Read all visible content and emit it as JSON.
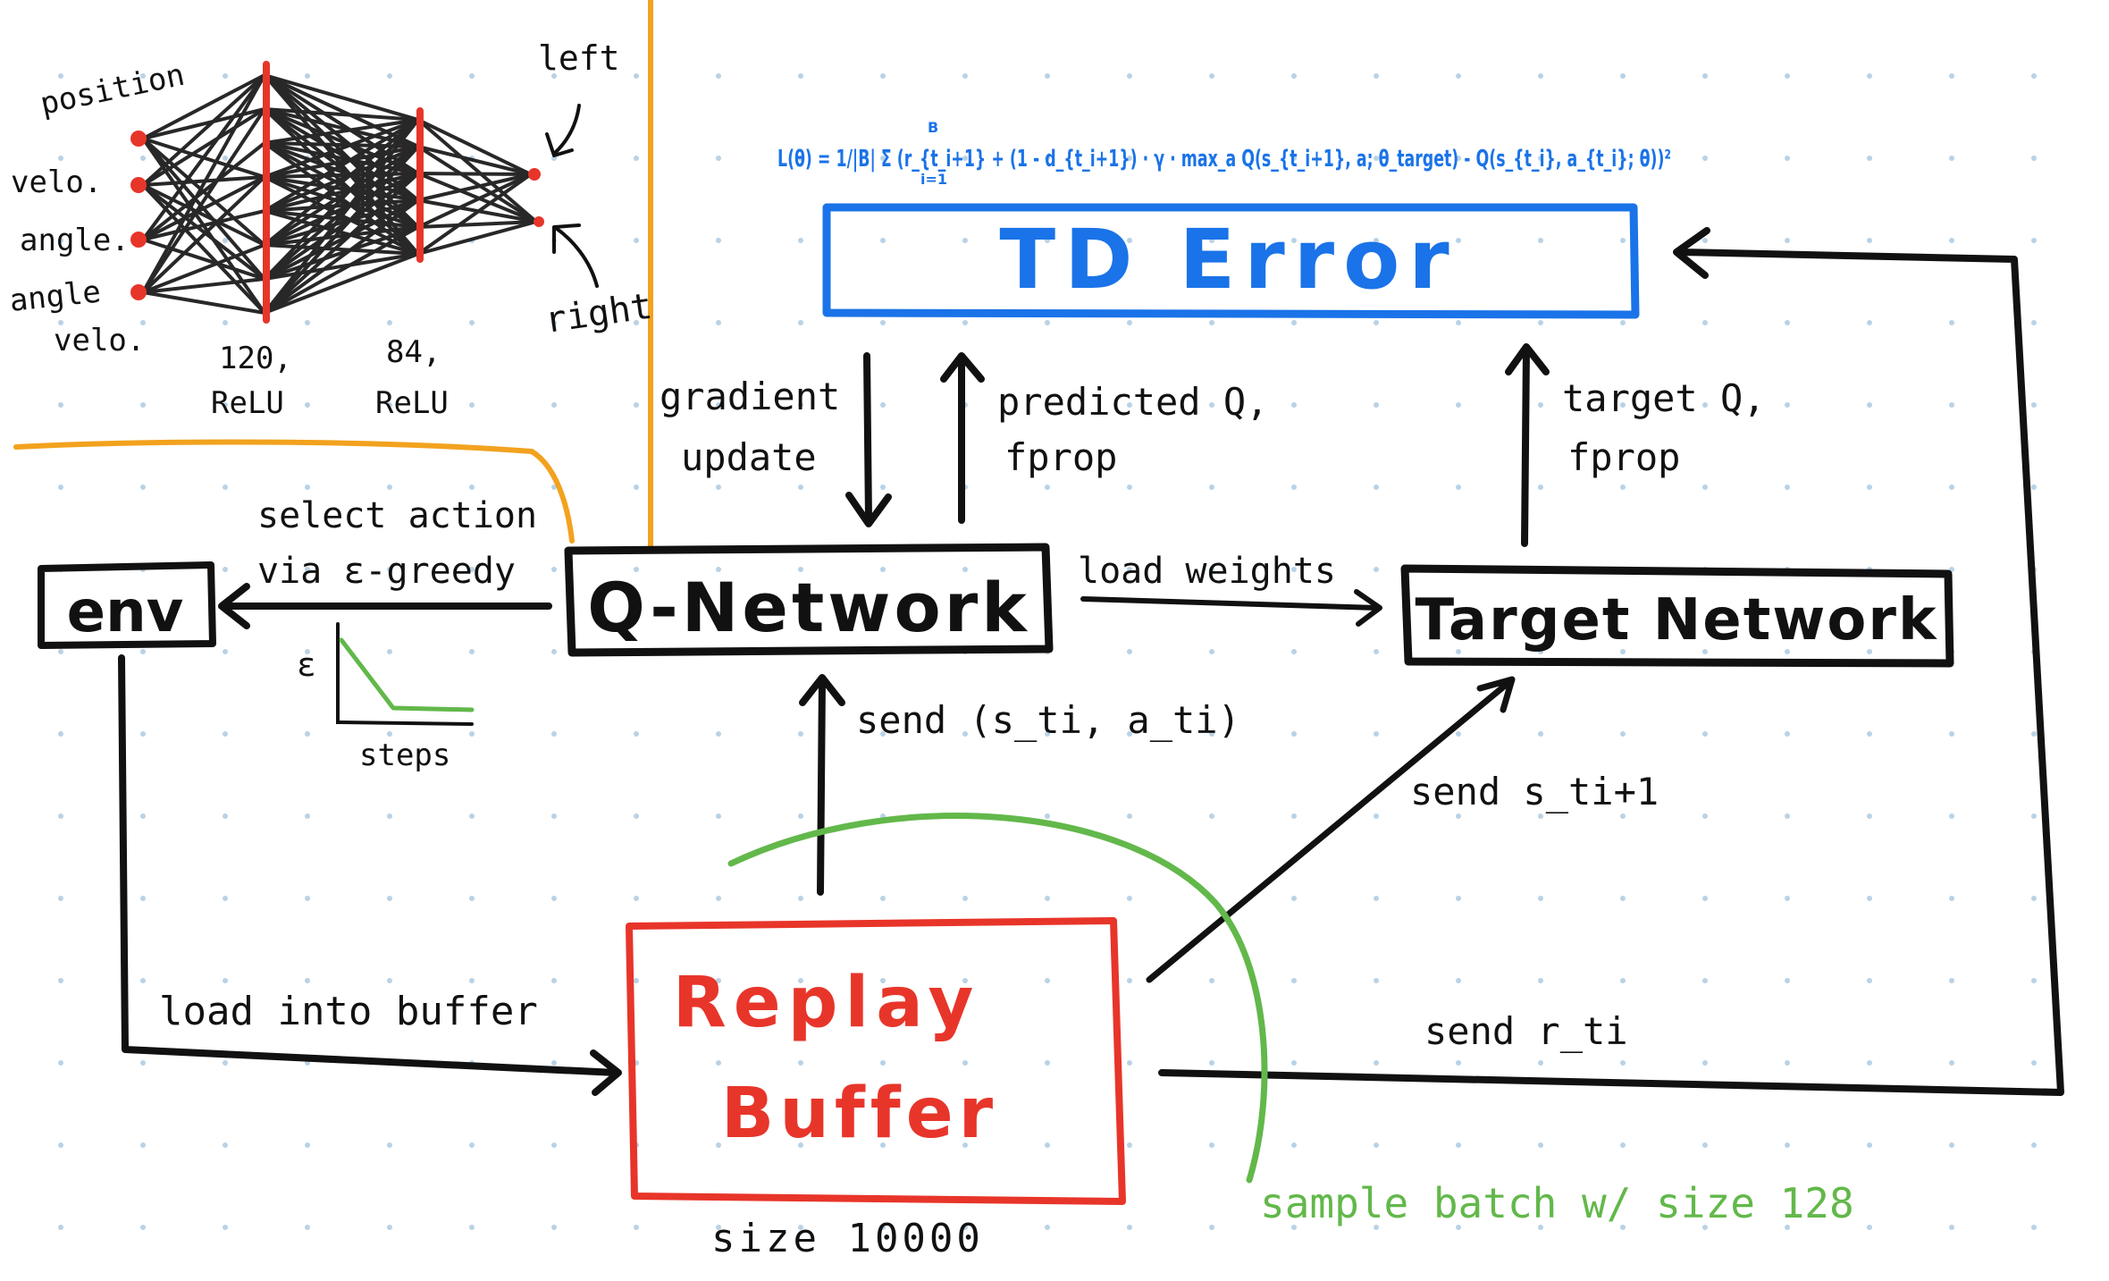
{
  "colors": {
    "ink": "#111111",
    "blue": "#1a73e8",
    "red": "#e8352a",
    "green": "#62b84a",
    "orange": "#f2a21e",
    "dot": "#b9d2e6"
  },
  "boxes": {
    "env": "env",
    "q_network": "Q-Network",
    "target_network": "Target Network",
    "td_error": "TD Error",
    "replay_line1": "Replay",
    "replay_line2": "Buffer"
  },
  "formula": "L(θ) = 1/|B| Σ (r_{t_i+1} + (1 - d_{t_i+1}) · γ · max_a Q(s_{t_i+1}, a; θ_target) - Q(s_{t_i}, a_{t_i}; θ))²",
  "formula_sum_top": "B",
  "formula_sum_bottom": "i=1",
  "labels": {
    "gradient_line1": "gradient",
    "gradient_line2": "update",
    "predicted_line1": "predicted Q,",
    "predicted_line2": "fprop",
    "target_q_line1": "target Q,",
    "target_q_line2": "fprop",
    "select_line1": "select action",
    "select_line2": "via ε-greedy",
    "epsilon": "ε",
    "steps": "steps",
    "load_weights": "load weights",
    "send_state_action": "send (s_ti, a_ti)",
    "send_next_state": "send s_ti+1",
    "send_reward": "send r_ti",
    "load_buffer": "load into buffer",
    "size": "size 10000",
    "sample_batch": "sample batch w/ size 128"
  },
  "nn": {
    "inputs": [
      "position",
      "velo.",
      "angle.",
      "angle",
      "velo."
    ],
    "layer1_line1": "120,",
    "layer1_line2": "ReLU",
    "layer2_line1": "84,",
    "layer2_line2": "ReLU",
    "out_left": "left",
    "out_right": "right"
  }
}
